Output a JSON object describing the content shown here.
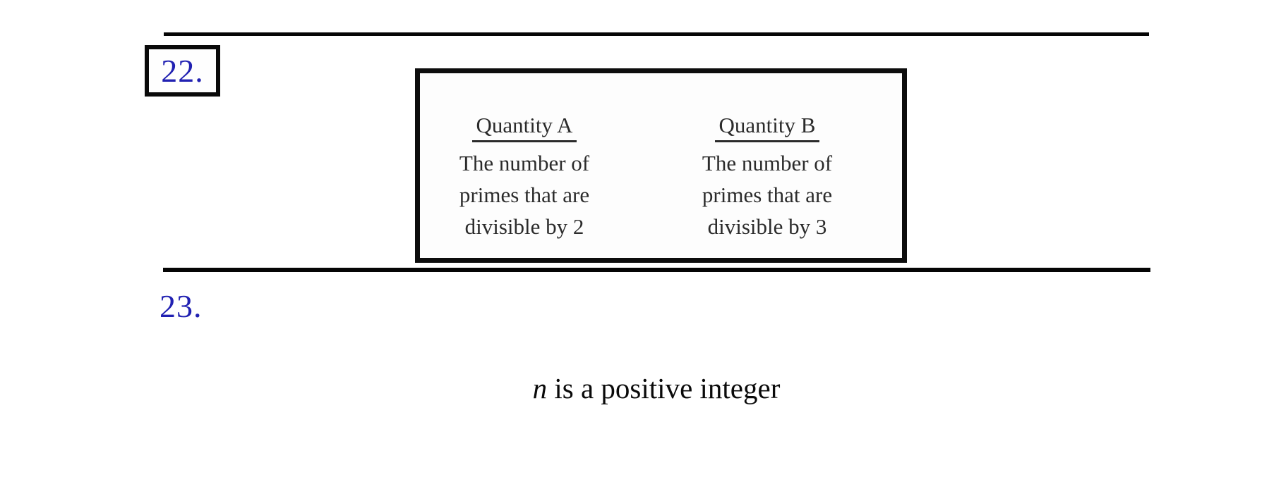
{
  "page": {
    "background_color": "#ffffff",
    "accent_blue": "#2121b2",
    "box_text_color": "#2b2b2b"
  },
  "questions": [
    {
      "number_label": "22.",
      "comparison": {
        "column_a": {
          "header": "Quantity A",
          "lines": [
            "The number of",
            "primes that are",
            "divisible by 2"
          ]
        },
        "column_b": {
          "header": "Quantity B",
          "lines": [
            "The number of",
            "primes that are",
            "divisible by 3"
          ]
        }
      }
    },
    {
      "number_label": "23.",
      "constraint": {
        "variable": "n",
        "text": " is a positive integer"
      }
    }
  ]
}
